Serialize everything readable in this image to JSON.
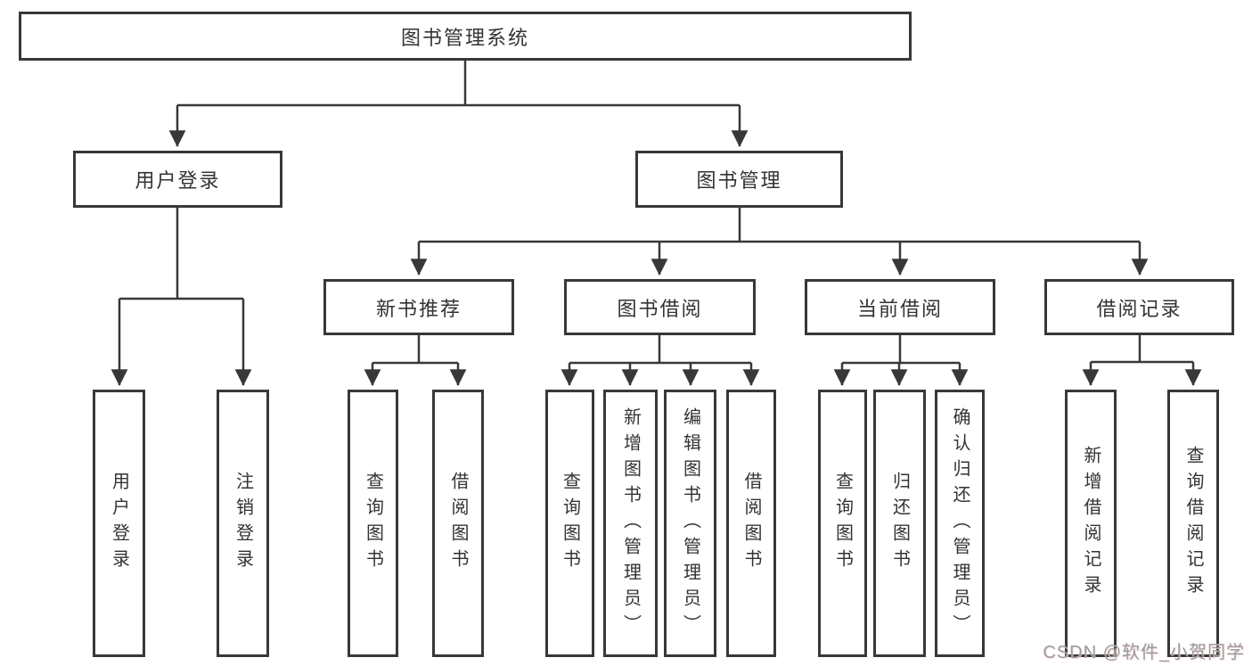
{
  "diagram_title": "图书管理系统",
  "tree": {
    "label": "图书管理系统",
    "children": [
      {
        "label": "用户登录",
        "children": [
          {
            "label": "用户登录"
          },
          {
            "label": "注销登录"
          }
        ]
      },
      {
        "label": "图书管理",
        "children": [
          {
            "label": "新书推荐",
            "children": [
              {
                "label": "查询图书"
              },
              {
                "label": "借阅图书"
              }
            ]
          },
          {
            "label": "图书借阅",
            "children": [
              {
                "label": "查询图书"
              },
              {
                "label": "新增图书（管理员）"
              },
              {
                "label": "编辑图书（管理员）"
              },
              {
                "label": "借阅图书"
              }
            ]
          },
          {
            "label": "当前借阅",
            "children": [
              {
                "label": "查询图书"
              },
              {
                "label": "归还图书"
              },
              {
                "label": "确认归还（管理员）"
              }
            ]
          },
          {
            "label": "借阅记录",
            "children": [
              {
                "label": "新增借阅记录"
              },
              {
                "label": "查询借阅记录"
              }
            ]
          }
        ]
      }
    ]
  },
  "watermark": {
    "text": "CSDN @软件_小贺同学"
  },
  "colors": {
    "line": "#383838",
    "box_border": "#383838",
    "box_background": "#ffffff",
    "text": "#333333",
    "watermark_text": "#9b9b9b",
    "page_background": "#ffffff"
  }
}
